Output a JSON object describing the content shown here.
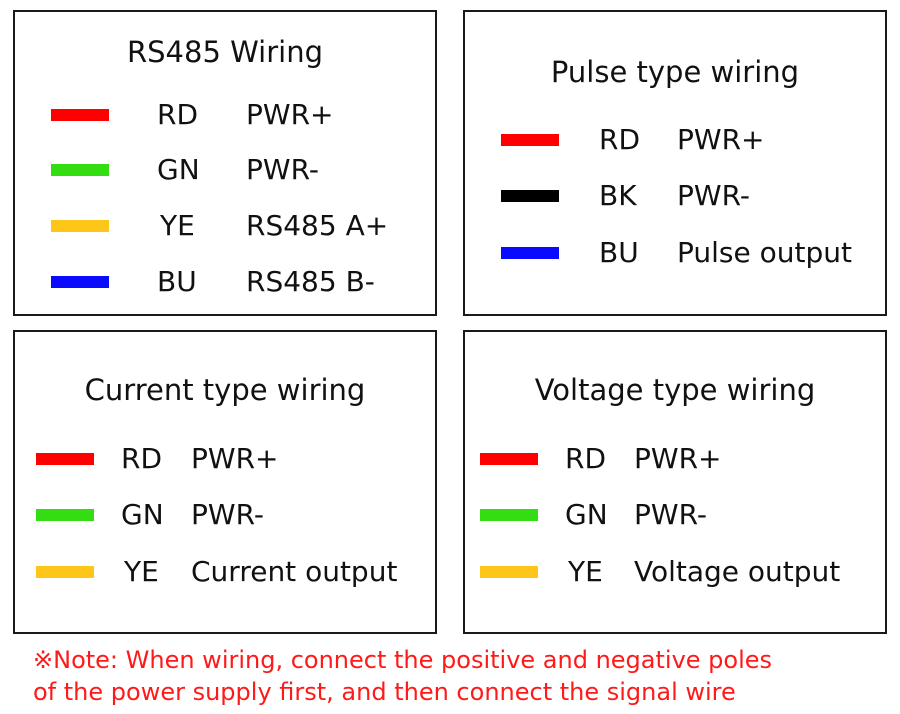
{
  "colors": {
    "red": "#ff0000",
    "green": "#33dd11",
    "yellow": "#ffc61a",
    "blue": "#0a0aff",
    "black": "#000000",
    "note": "#ff1a1a"
  },
  "panels": [
    {
      "id": "rs485",
      "title": "RS485 Wiring",
      "rows": [
        {
          "color_name": "red",
          "code": "RD",
          "desc": "PWR+"
        },
        {
          "color_name": "green",
          "code": "GN",
          "desc": "PWR-"
        },
        {
          "color_name": "yellow",
          "code": "YE",
          "desc": "RS485 A+"
        },
        {
          "color_name": "blue",
          "code": "BU",
          "desc": "RS485 B-"
        }
      ]
    },
    {
      "id": "pulse",
      "title": "Pulse type wiring",
      "rows": [
        {
          "color_name": "red",
          "code": "RD",
          "desc": "PWR+"
        },
        {
          "color_name": "black",
          "code": "BK",
          "desc": "PWR-"
        },
        {
          "color_name": "blue",
          "code": "BU",
          "desc": "Pulse output"
        }
      ]
    },
    {
      "id": "current",
      "title": "Current type wiring",
      "rows": [
        {
          "color_name": "red",
          "code": "RD",
          "desc": "PWR+"
        },
        {
          "color_name": "green",
          "code": "GN",
          "desc": "PWR-"
        },
        {
          "color_name": "yellow",
          "code": "YE",
          "desc": "Current output"
        }
      ]
    },
    {
      "id": "voltage",
      "title": "Voltage type wiring",
      "rows": [
        {
          "color_name": "red",
          "code": "RD",
          "desc": "PWR+"
        },
        {
          "color_name": "green",
          "code": "GN",
          "desc": "PWR-"
        },
        {
          "color_name": "yellow",
          "code": "YE",
          "desc": "Voltage output"
        }
      ]
    }
  ],
  "note": {
    "line1": "※Note: When wiring, connect the positive and negative poles",
    "line2": "of the power supply first, and then connect the signal wire"
  }
}
